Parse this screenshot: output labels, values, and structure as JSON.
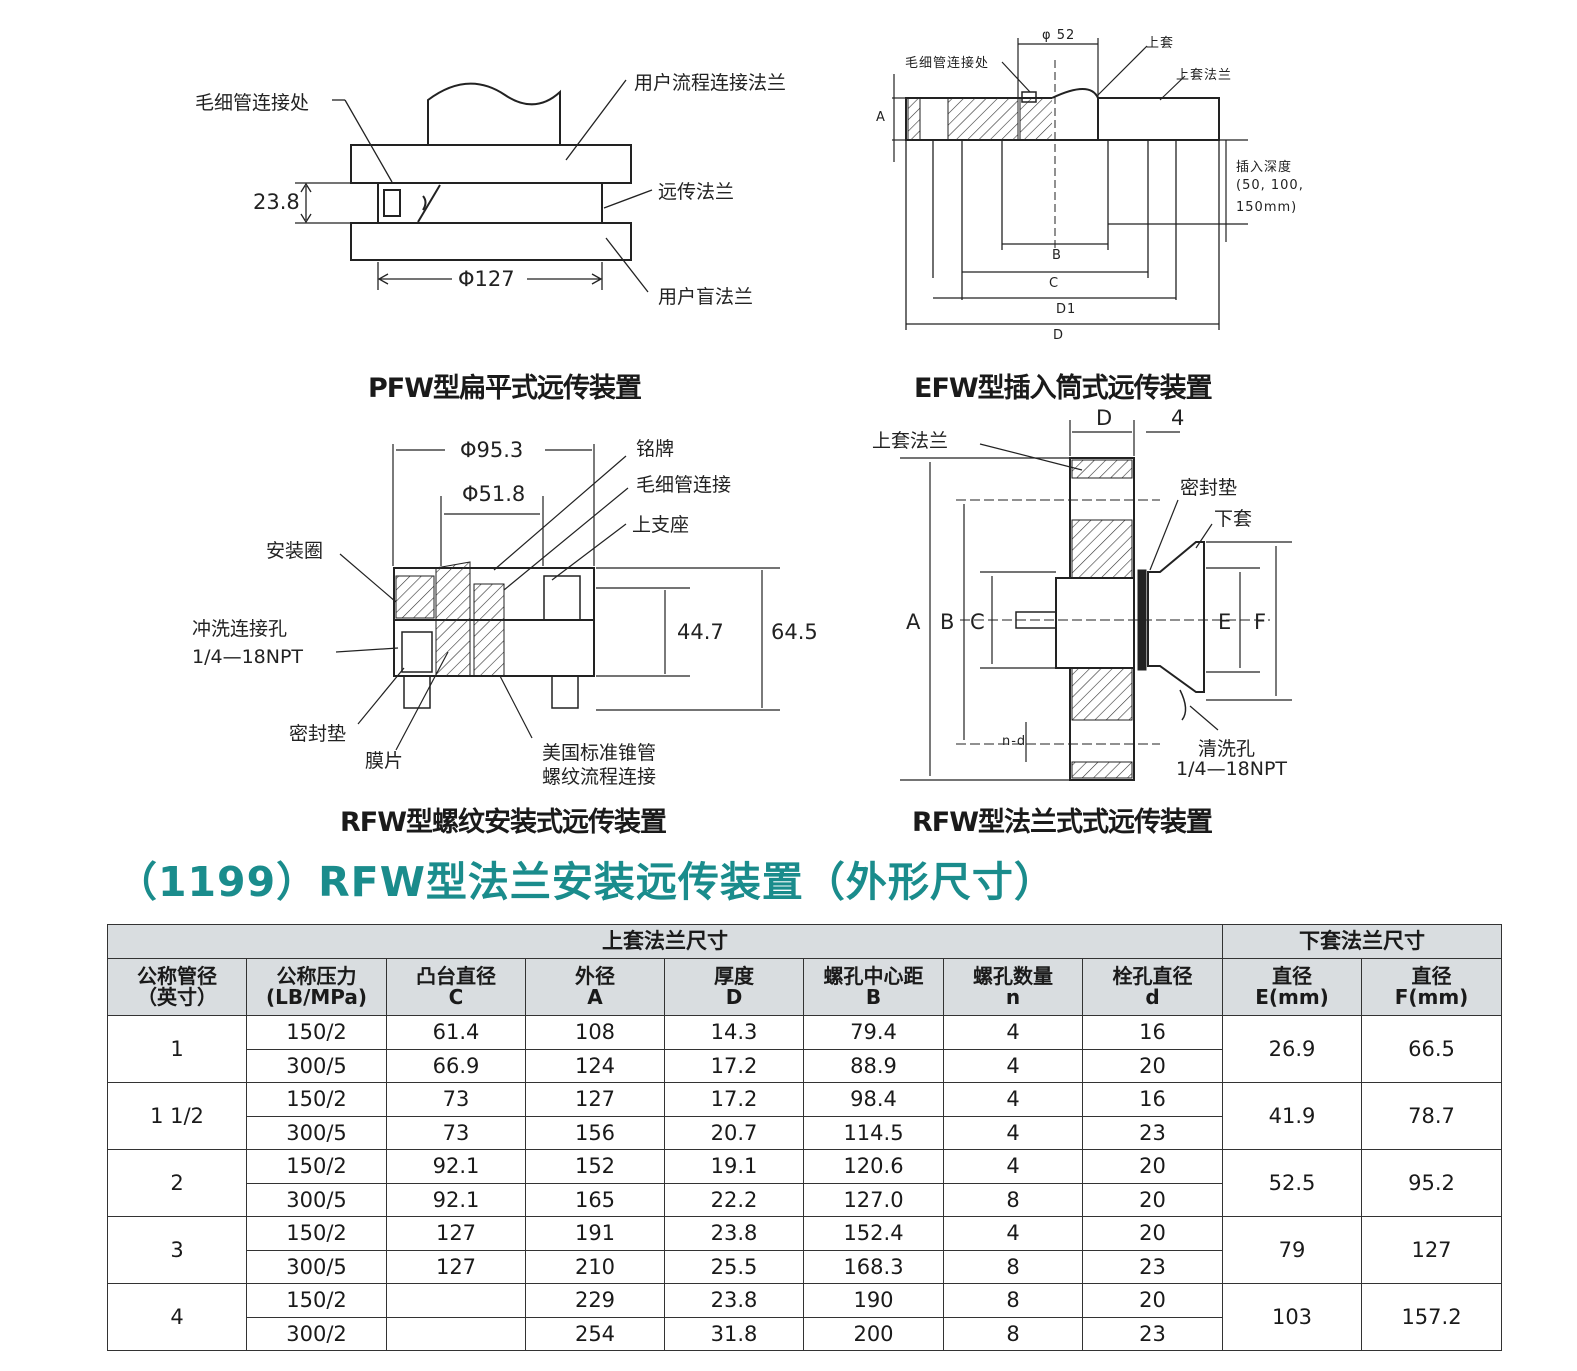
{
  "pfw": {
    "caption": "PFW型扁平式远传装置",
    "capillary": "毛细管连接处",
    "user_flange": "用户流程连接法兰",
    "remote_flange": "远传法兰",
    "blind_flange": "用户盲法兰",
    "dim_height": "23.8",
    "dim_dia": "Φ127"
  },
  "efw": {
    "caption": "EFW型插入筒式远传装置",
    "capillary": "毛细管连接处",
    "dim_top": "φ 52",
    "upper_sleeve": "上套",
    "upper_sleeve_flange": "上套法兰",
    "insert_depth": "插入深度",
    "insert_values": "(50, 100,",
    "insert_unit": "150mm)",
    "A": "A",
    "B": "B",
    "C": "C",
    "D1": "D1",
    "D": "D"
  },
  "rfw_thread": {
    "caption": "RFW型螺纹安装式远传装置",
    "dia1": "Φ95.3",
    "dia2": "Φ51.8",
    "nameplate": "铭牌",
    "capillary": "毛细管连接",
    "upper_seat": "上支座",
    "mount_ring": "安装圈",
    "flush_hole": "冲洗连接孔",
    "flush_spec": "1/4—18NPT",
    "gasket": "密封垫",
    "diaphragm": "膜片",
    "npt_line1": "美国标准锥管",
    "npt_line2": "螺纹流程连接",
    "h1": "44.7",
    "h2": "64.5"
  },
  "rfw_flange": {
    "caption": "RFW型法兰式式远传装置",
    "upper_flange": "上套法兰",
    "D": "D",
    "four": "4",
    "gasket": "密封垫",
    "lower_sleeve": "下套",
    "clean_hole": "清洗孔",
    "clean_spec": "1/4—18NPT",
    "A": "A",
    "B": "B",
    "C": "C",
    "E": "E",
    "F": "F",
    "nd": "n-d"
  },
  "section_title": "（1199）RFW型法兰安装远传装置（外形尺寸）",
  "table": {
    "group_upper": "上套法兰尺寸",
    "group_lower": "下套法兰尺寸",
    "headers": [
      [
        "公称管径",
        "（英寸）"
      ],
      [
        "公称压力",
        "(LB/MPa)"
      ],
      [
        "凸台直径",
        "C"
      ],
      [
        "外径",
        "A"
      ],
      [
        "厚度",
        "D"
      ],
      [
        "螺孔中心距",
        "B"
      ],
      [
        "螺孔数量",
        "n"
      ],
      [
        "栓孔直径",
        "d"
      ],
      [
        "直径",
        "E(mm)"
      ],
      [
        "直径",
        "F(mm)"
      ]
    ],
    "groups": [
      {
        "size": "1",
        "E": "26.9",
        "F": "66.5",
        "rows": [
          [
            "150/2",
            "61.4",
            "108",
            "14.3",
            "79.4",
            "4",
            "16"
          ],
          [
            "300/5",
            "66.9",
            "124",
            "17.2",
            "88.9",
            "4",
            "20"
          ]
        ]
      },
      {
        "size": "1 1/2",
        "E": "41.9",
        "F": "78.7",
        "rows": [
          [
            "150/2",
            "73",
            "127",
            "17.2",
            "98.4",
            "4",
            "16"
          ],
          [
            "300/5",
            "73",
            "156",
            "20.7",
            "114.5",
            "4",
            "23"
          ]
        ]
      },
      {
        "size": "2",
        "E": "52.5",
        "F": "95.2",
        "rows": [
          [
            "150/2",
            "92.1",
            "152",
            "19.1",
            "120.6",
            "4",
            "20"
          ],
          [
            "300/5",
            "92.1",
            "165",
            "22.2",
            "127.0",
            "8",
            "20"
          ]
        ]
      },
      {
        "size": "3",
        "E": "79",
        "F": "127",
        "rows": [
          [
            "150/2",
            "127",
            "191",
            "23.8",
            "152.4",
            "4",
            "20"
          ],
          [
            "300/5",
            "127",
            "210",
            "25.5",
            "168.3",
            "8",
            "23"
          ]
        ]
      },
      {
        "size": "4",
        "E": "103",
        "F": "157.2",
        "rows": [
          [
            "150/2",
            "",
            "229",
            "23.8",
            "190",
            "8",
            "20"
          ],
          [
            "300/2",
            "",
            "254",
            "31.8",
            "200",
            "8",
            "23"
          ]
        ]
      }
    ]
  }
}
